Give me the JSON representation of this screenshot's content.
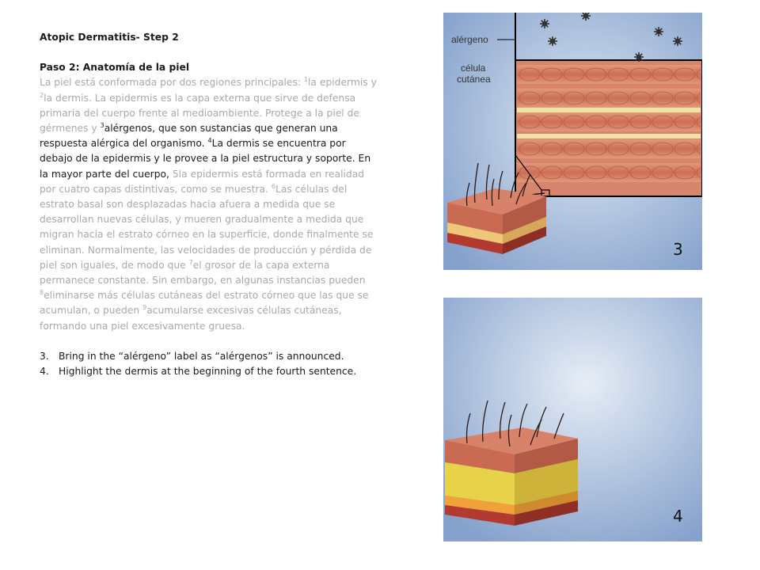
{
  "document": {
    "title": "Atopic Dermatitis- Step 2",
    "section_title": "Paso 2: Anatomía de la piel",
    "paragraph": [
      {
        "t": "La piel está conformada por dos regiones principales: ",
        "dark": false
      },
      {
        "sup": "1"
      },
      {
        "t": "la epidermis y ",
        "dark": false
      },
      {
        "sup": "2"
      },
      {
        "t": "la dermis. La epidermis es la capa externa que sirve de defensa primaria del cuerpo frente al medioambiente. Protege a la piel de gérmenes y ",
        "dark": false
      },
      {
        "sup": "3",
        "dark": true
      },
      {
        "t": "alérgenos, que son sustancias que generan una respuesta alérgica del organismo. ",
        "dark": true
      },
      {
        "sup": "4",
        "dark": true
      },
      {
        "t": "La dermis se encuentra por debajo de la epidermis y le provee a la piel estructura y soporte.  En la mayor parte del cuerpo, ",
        "dark": true
      },
      {
        "t": "5la epidermis está formada en realidad por cuatro capas distintivas, como se muestra. ",
        "dark": false
      },
      {
        "sup": "6"
      },
      {
        "t": "Las células del estrato basal son desplazadas hacia afuera a medida que se desarrollan nuevas células, y mueren gradualmente a medida que migran hacia el estrato córneo en la superficie, donde finalmente se eliminan. Normalmente, las velocidades de producción y pérdida de piel son iguales, de modo que ",
        "dark": false
      },
      {
        "sup": "7"
      },
      {
        "t": "el grosor de la capa externa permanece constante. Sin embargo, en algunas instancias pueden ",
        "dark": false
      },
      {
        "sup": "8"
      },
      {
        "t": "eliminarse más células cutáneas del estrato córneo que las que se acumulan, o pueden ",
        "dark": false
      },
      {
        "sup": "9"
      },
      {
        "t": "acumularse excesivas células cutáneas, formando una piel excesivamente gruesa.",
        "dark": false
      }
    ],
    "steps": [
      {
        "num": "3.",
        "text": "Bring in the “alérgeno” label as “alérgenos” is announced."
      },
      {
        "num": "4.",
        "text": "Highlight the dermis at the beginning of the fourth sentence."
      }
    ]
  },
  "panels": {
    "panel3": {
      "number": "3",
      "label_allergen": "alérgeno",
      "label_cell_line1": "célula",
      "label_cell_line2": "cutánea"
    },
    "panel4": {
      "number": "4"
    }
  },
  "colors": {
    "background_blue": "#8aa6cf",
    "background_light": "#dfe8f4",
    "skin_surface": "#d9826a",
    "epidermis_layer": "#c96a55",
    "dermis_highlight": "#e8d24a",
    "fat_layer": "#f3d77a",
    "base_red": "#b23a2e",
    "allergen": "#333333"
  }
}
